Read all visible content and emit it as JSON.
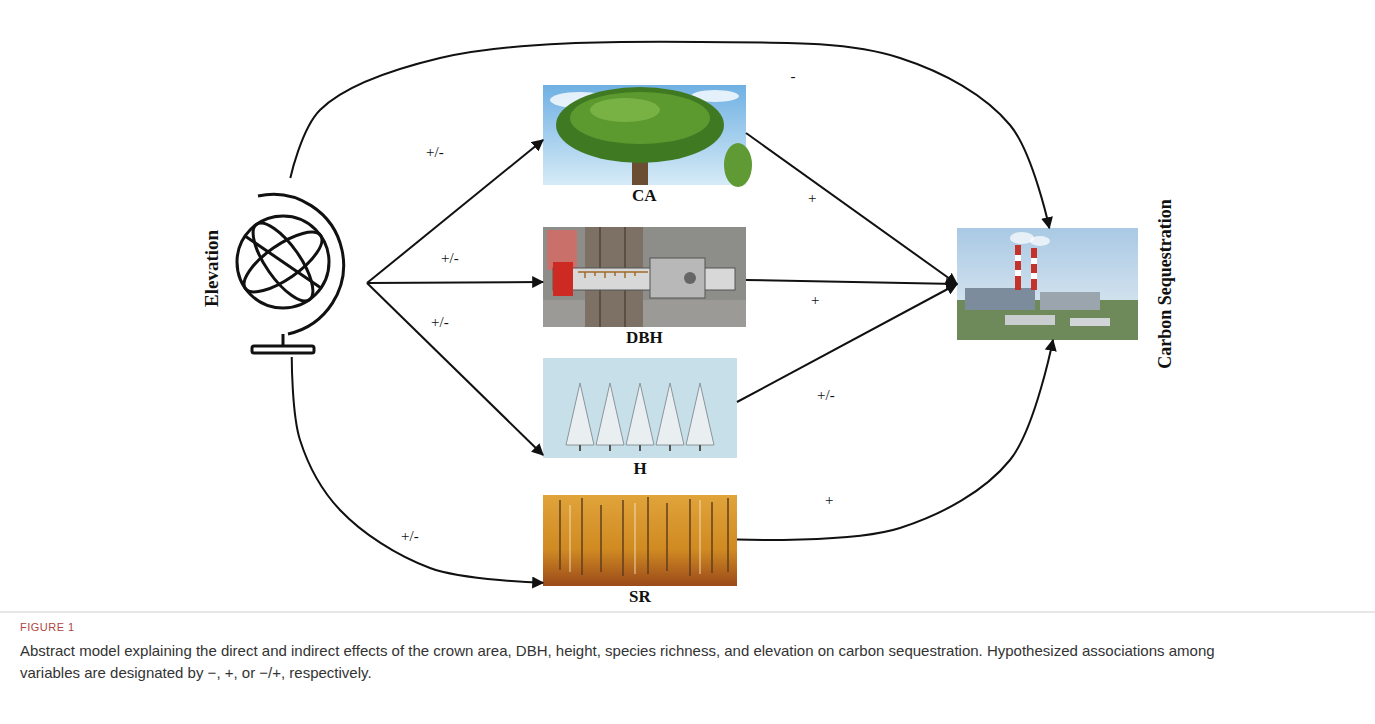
{
  "diagram": {
    "title": "FIGURE 1",
    "caption": "Abstract model explaining the direct and indirect effects of the crown area, DBH, height, species richness, and elevation on carbon sequestration. Hypothesized associations among variables are designated by −, +, or −/+, respectively.",
    "nodes": [
      {
        "text": [
          "Elevation"
        ]
      },
      {
        "text": [
          "CA"
        ]
      },
      {
        "text": [
          "DBH"
        ]
      },
      {
        "text": [
          "H"
        ]
      },
      {
        "text": [
          "SR"
        ]
      },
      {
        "text": [
          "Carbon Sequestration"
        ]
      }
    ],
    "edges": [
      {
        "from": 0,
        "to": 1,
        "arrow": "to",
        "label": "+/-"
      },
      {
        "from": 0,
        "to": 2,
        "arrow": "to",
        "label": "+/-"
      },
      {
        "from": 0,
        "to": 3,
        "arrow": "to",
        "label": "+/-"
      },
      {
        "from": 0,
        "to": 4,
        "arrow": "to",
        "label": "+/-"
      },
      {
        "from": 0,
        "to": 5,
        "arrow": "to",
        "label": "-"
      },
      {
        "from": 1,
        "to": 5,
        "arrow": "to",
        "label": "+"
      },
      {
        "from": 2,
        "to": 5,
        "arrow": "to",
        "label": "+"
      },
      {
        "from": 3,
        "to": 5,
        "arrow": "to",
        "label": "+/-"
      },
      {
        "from": 4,
        "to": 5,
        "arrow": "to",
        "label": "+"
      }
    ]
  }
}
